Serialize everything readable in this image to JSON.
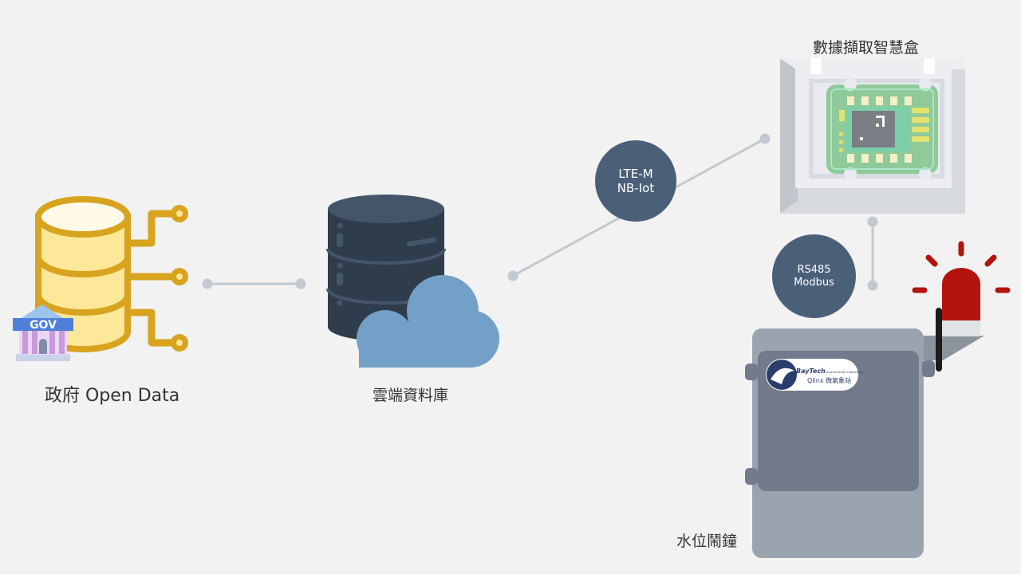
{
  "nodes": {
    "gov": {
      "label": "政府 Open Data",
      "badge": "GOV"
    },
    "cloud_db": {
      "label": "雲端資料庫"
    },
    "smart_box": {
      "label": "數據擷取智慧盒"
    },
    "water_alarm": {
      "label": "水位鬧鐘",
      "brand": "BayTech",
      "brand_tagline": "environmental engineering",
      "brand_sub": "Qlinx 微氣象站"
    }
  },
  "links": {
    "lte": {
      "line1": "LTE-M",
      "line2": "NB-Iot"
    },
    "rs485": {
      "line1": "RS485",
      "line2": "Modbus"
    }
  },
  "colors": {
    "background": "#f2f2f2",
    "connector": "#c3c9d1",
    "bubble": "#4a5f78",
    "db_gold": "#d8a31e",
    "db_fill": "#fde89a",
    "server_dark": "#2f3c4b",
    "cloud": "#73a0c6",
    "alarm_red": "#b3140e",
    "cabinet": "#9aa4ae"
  }
}
